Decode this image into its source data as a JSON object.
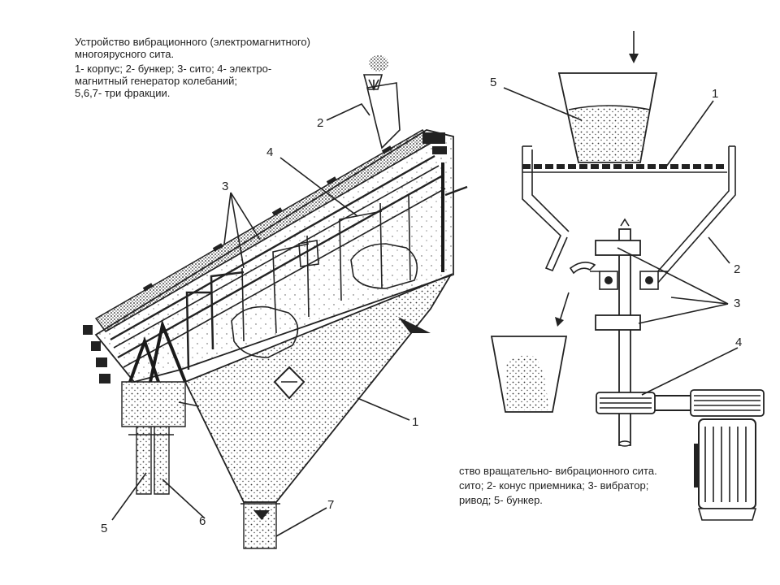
{
  "left_figure": {
    "caption": {
      "title_line1": "Устройство вибрационного (электромагнитного)",
      "title_line2": "многоярусного сита.",
      "legend_line1": "1- корпус; 2- бункер; 3- сито; 4- электро-",
      "legend_line2": "магнитный генератор колебаний;",
      "legend_line3": "5,6,7- три фракции."
    },
    "labels": {
      "n1": "1",
      "n2": "2",
      "n3": "3",
      "n4": "4",
      "n5": "5",
      "n6": "6",
      "n7": "7"
    }
  },
  "right_figure": {
    "caption": {
      "line1": "ство вращательно- вибрационного сита.",
      "line2": "сито; 2- конус приемника; 3- вибратор;",
      "line3": "ривод; 5- бункер."
    },
    "labels": {
      "n1": "1",
      "n2": "2",
      "n3": "3",
      "n4": "4",
      "n5": "5"
    }
  }
}
